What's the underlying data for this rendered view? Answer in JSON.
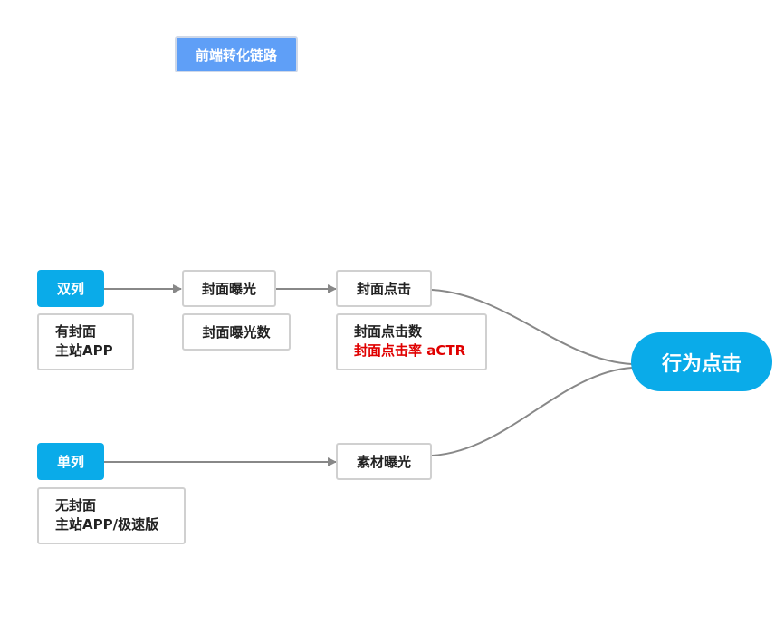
{
  "title_button": "前端转化链路",
  "nodes": {
    "double_column": "双列",
    "double_desc": [
      "有封面",
      "主站APP"
    ],
    "cover_exposure": "封面曝光",
    "cover_exposure_count": "封面曝光数",
    "cover_click": "封面点击",
    "cover_click_count": "封面点击数",
    "cover_ctr": "封面点击率 aCTR",
    "single_column": "单列",
    "single_desc": [
      "无封面",
      "主站APP/极速版"
    ],
    "material_exposure": "素材曝光",
    "behavior_click": "行为点击"
  },
  "colors": {
    "node_blue": "#0aabe9",
    "title_blue": "#5f9ff7",
    "highlight_red": "#e00000",
    "edge_gray": "#888888"
  }
}
